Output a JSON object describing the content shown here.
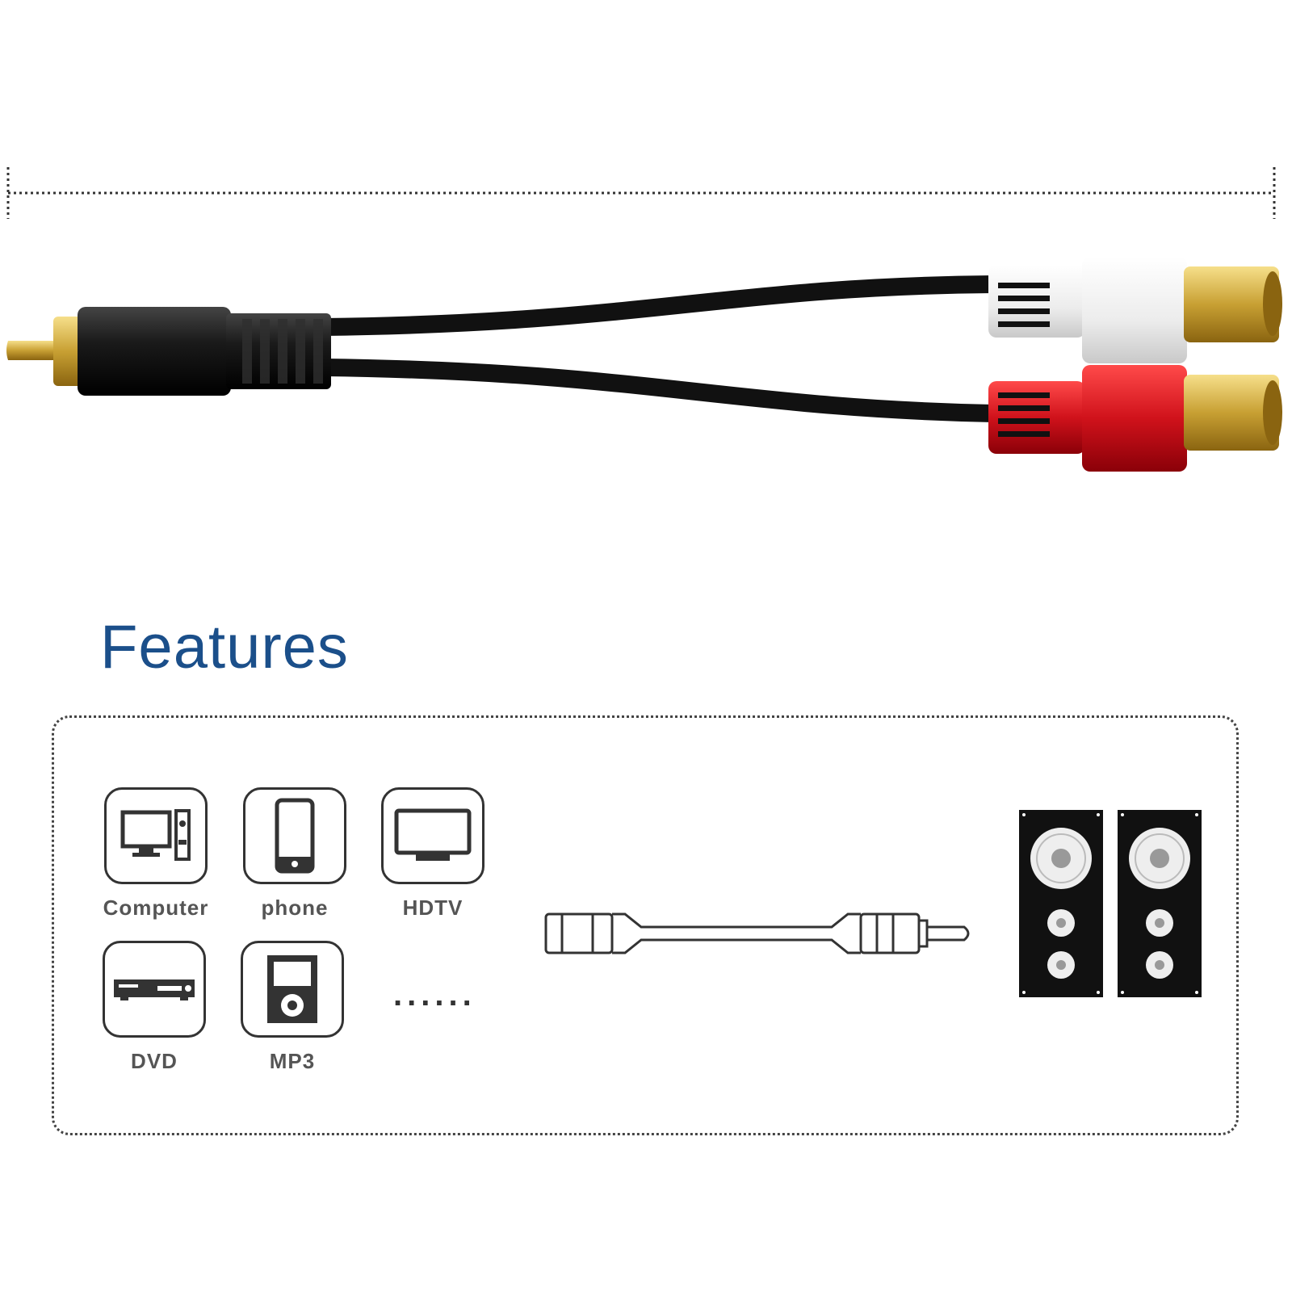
{
  "features": {
    "title": "Features",
    "devices": [
      {
        "label": "Computer",
        "icon": "computer-icon"
      },
      {
        "label": "phone",
        "icon": "phone-icon"
      },
      {
        "label": "HDTV",
        "icon": "tv-icon"
      },
      {
        "label": "DVD",
        "icon": "dvd-player-icon"
      },
      {
        "label": "MP3",
        "icon": "mp3-player-icon"
      }
    ],
    "more_indicator": "......",
    "connector_icon": "rca-cable-icon",
    "output_icon": "speaker-icon"
  },
  "colors": {
    "title": "#1b4f8a",
    "cable": "#111111",
    "white_plug": "#f2f2f2",
    "red_plug": "#d0121b",
    "gold": "#c8a033"
  }
}
